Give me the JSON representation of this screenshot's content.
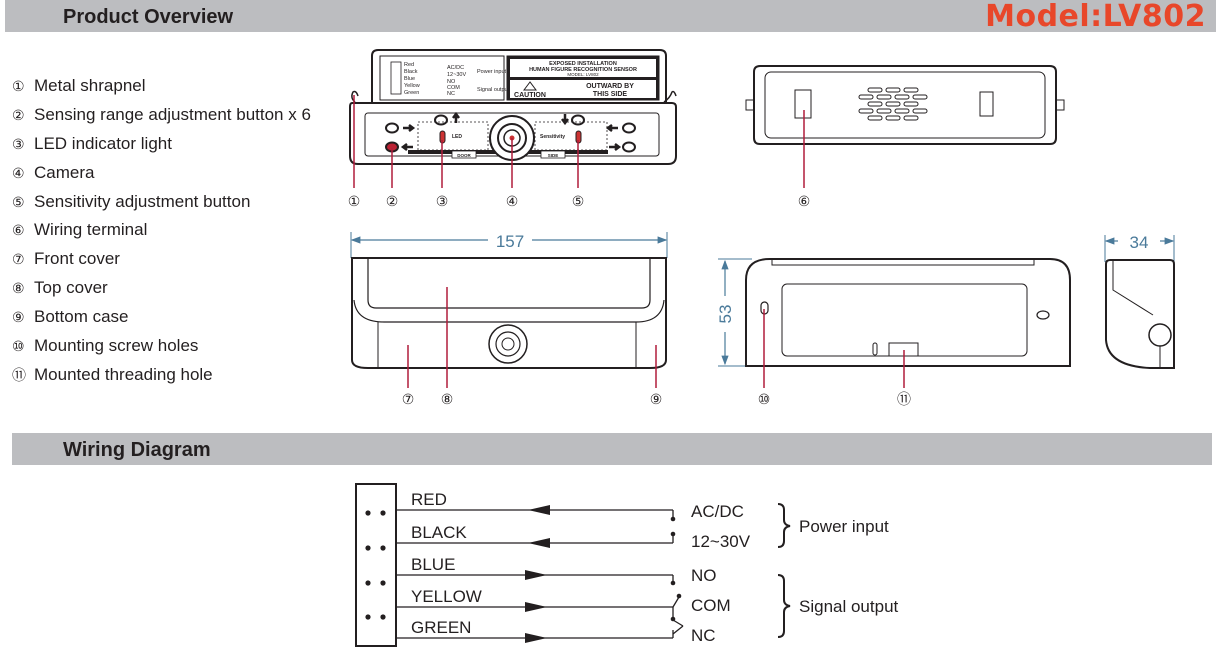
{
  "header": {
    "section_title": "Product Overview",
    "model": "Model:LV802",
    "model_color": "#e8472a"
  },
  "legend": [
    {
      "num": "①",
      "label": "Metal shrapnel"
    },
    {
      "num": "②",
      "label": "Sensing range adjustment button x 6"
    },
    {
      "num": "③",
      "label": "LED indicator light"
    },
    {
      "num": "④",
      "label": "Camera"
    },
    {
      "num": "⑤",
      "label": "Sensitivity adjustment button"
    },
    {
      "num": "⑥",
      "label": "Wiring terminal"
    },
    {
      "num": "⑦",
      "label": "Front cover"
    },
    {
      "num": "⑧",
      "label": "Top cover"
    },
    {
      "num": "⑨",
      "label": "Bottom case"
    },
    {
      "num": "⑩",
      "label": "Mounting screw holes"
    },
    {
      "num": "⑪",
      "label": "Mounted threading hole"
    }
  ],
  "front_view": {
    "label_wires": [
      {
        "name": "Red"
      },
      {
        "name": "Black"
      },
      {
        "name": "Blue"
      },
      {
        "name": "Yellow"
      },
      {
        "name": "Green"
      }
    ],
    "label_terms": [
      "AC/DC",
      "12~30V",
      "NO",
      "COM",
      "NC"
    ],
    "label_groups": [
      "Power input",
      "Signal output"
    ],
    "sticker_line1": "EXPOSED INSTALLATION",
    "sticker_line2": "HUMAN FIGURE RECOGNITION SENSOR",
    "sticker_line3": "MODEL: LV802",
    "caution": "CAUTION",
    "outward_line1": "OUTWARD BY",
    "outward_line2": "THIS SIDE",
    "led_label": "LED",
    "sensitivity_label": "Sensitivity",
    "door_label": "DOOR",
    "side_label": "SIDE",
    "callouts": [
      "①",
      "②",
      "③",
      "④",
      "⑤"
    ]
  },
  "back_view": {
    "callouts": [
      "⑥"
    ]
  },
  "top_view": {
    "dimension": "157",
    "callouts": [
      "⑦",
      "⑧",
      "⑨"
    ]
  },
  "bottom_view": {
    "dimension": "53",
    "callouts": [
      "⑩",
      "⑪"
    ]
  },
  "side_view": {
    "dimension": "34"
  },
  "wiring": {
    "section_title": "Wiring Diagram",
    "wires": [
      "RED",
      "BLACK",
      "BLUE",
      "YELLOW",
      "GREEN"
    ],
    "terminals": [
      "AC/DC",
      "12~30V",
      "NO",
      "COM",
      "NC"
    ],
    "groups": [
      "Power input",
      "Signal output"
    ]
  }
}
